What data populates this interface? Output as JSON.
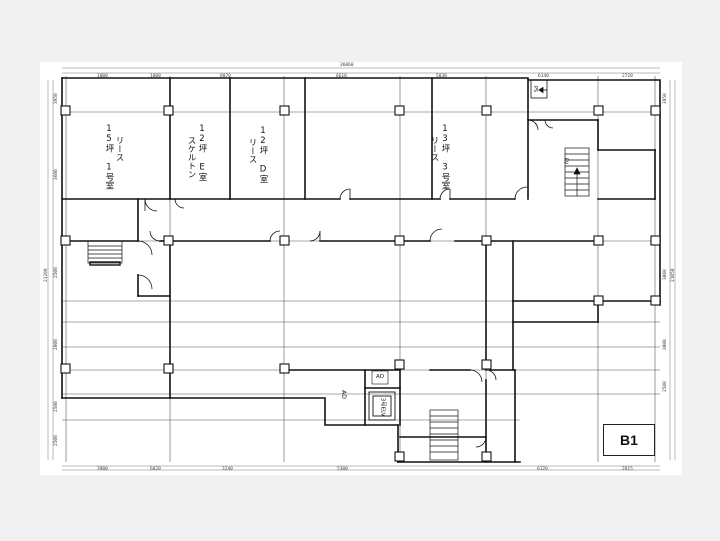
{
  "floor": "B1",
  "rooms": {
    "room1": {
      "line1": "15坪 1号室",
      "line2": "リース"
    },
    "roomE": {
      "line1": "12坪 E室",
      "line2": "スケルトン"
    },
    "roomD": {
      "line1": "12坪 D室",
      "line2": "リース"
    },
    "room3": {
      "line1": "13坪 3号室",
      "line2": "リース"
    }
  },
  "labels": {
    "elevator": "3号ELV",
    "ad_a": "AD",
    "ad_b": "AD",
    "ps": "PS",
    "ev_mark": "EV"
  },
  "dimensions": {
    "top_total": "36060",
    "top_segments": [
      "1000",
      "1800",
      "8070",
      "6610",
      "5830",
      "6140",
      "2720"
    ],
    "bottom_segments": [
      "3900",
      "6820",
      "3240",
      "5300",
      "6120",
      "2815"
    ],
    "left_total": "21299",
    "left_segments": [
      "3950",
      "3600",
      "2500",
      "2000",
      "2500",
      "2500"
    ],
    "right_total": "21050",
    "right_segments": [
      "3950",
      "3000",
      "3000",
      "2500"
    ]
  }
}
